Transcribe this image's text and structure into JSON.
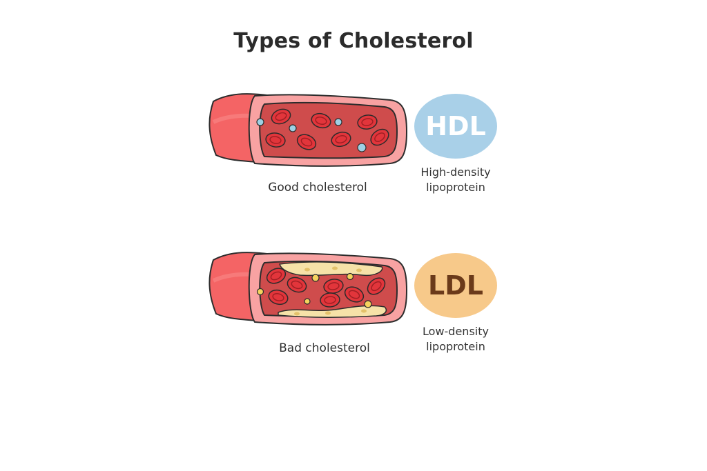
{
  "title": "Types of Cholesterol",
  "panels": [
    {
      "caption": "Good cholesterol",
      "badge": {
        "abbr": "HDL",
        "bg_color": "#a9d0e8",
        "text_color": "#ffffff"
      },
      "description_lines": [
        "High-density",
        "lipoprotein"
      ],
      "has_plaque": false
    },
    {
      "caption": "Bad cholesterol",
      "badge": {
        "abbr": "LDL",
        "bg_color": "#f7c98a",
        "text_color": "#6b3a1a"
      },
      "description_lines": [
        "Low-density",
        "lipoprotein"
      ],
      "has_plaque": true
    }
  ],
  "colors": {
    "vessel_outer": "#f46465",
    "vessel_wall": "#f8a2a2",
    "vessel_lumen": "#cf4c4c",
    "blood_cell": "#e2353b",
    "hdl_particle": "#9fd0e4",
    "plaque": "#f6e2a8",
    "ldl_particle": "#f5d35e",
    "outline": "#2c2c2c"
  }
}
